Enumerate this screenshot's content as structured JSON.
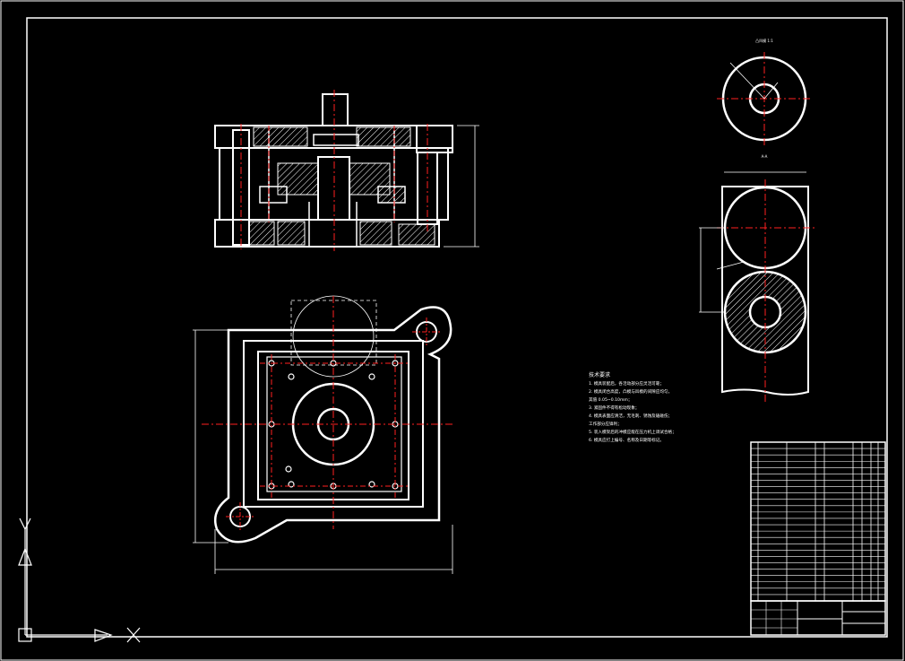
{
  "drawing": {
    "tech_req_title": "技术要求",
    "tech_req_lines": [
      "1. 模具装配后，各活动部分应灵活可靠；",
      "2. 模具闭合高度，凸模与凹模的间隙应均匀，",
      "   其值 0.05~0.10mm；",
      "3. 紧固件不得有松动现象；",
      "4. 模具表面应清洁，无毛刺、锈蚀及磕碰伤；",
      "   工作部分应锋利；",
      "5. 装入模架后的冲模应能在压力机上调试合格；",
      "6. 模具应打上编号、名称及日期等标记。"
    ],
    "top_view_caption": "凸凹模  1:1",
    "side_view_caption": "A-A"
  },
  "colors": {
    "background": "#000000",
    "line": "#ffffff",
    "centerline": "#ff2020",
    "hatch": "#ffffff"
  },
  "icons": {
    "ucs": "ucs-axis-icon"
  }
}
